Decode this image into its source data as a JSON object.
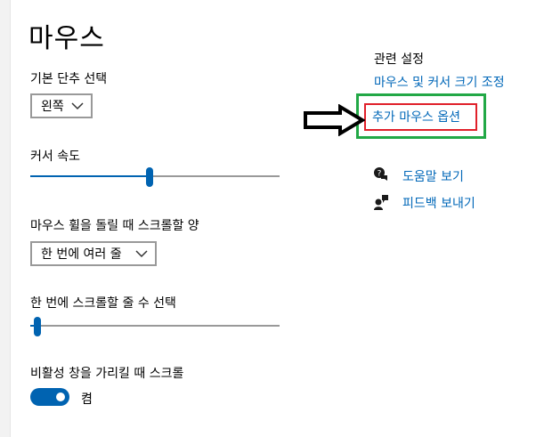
{
  "page": {
    "title": "마우스"
  },
  "primary_button": {
    "label": "기본 단추 선택",
    "value": "왼쪽"
  },
  "cursor_speed": {
    "label": "커서 속도",
    "value_fraction": 0.48
  },
  "wheel_scroll": {
    "label": "마우스 휠을 돌릴 때 스크롤할 양",
    "value": "한 번에 여러 줄"
  },
  "lines_to_scroll": {
    "label": "한 번에 스크롤할 줄 수 선택",
    "value_fraction": 0.03
  },
  "inactive_scroll": {
    "label": "비활성 창을 가리킬 때 스크롤",
    "toggle_state": "켬",
    "on": true
  },
  "related": {
    "title": "관련 설정",
    "links": [
      "마우스 및 커서 크기 조정",
      "추가 마우스 옵션"
    ]
  },
  "help": {
    "get_help": "도움말 보기",
    "feedback": "피드백 보내기"
  },
  "colors": {
    "accent": "#0063b1",
    "link": "#0067b8",
    "highlight_green": "#22a846",
    "highlight_red": "#e0202a"
  },
  "icons": [
    "chevron-down-icon",
    "arrow-right-icon",
    "help-icon",
    "feedback-icon"
  ]
}
